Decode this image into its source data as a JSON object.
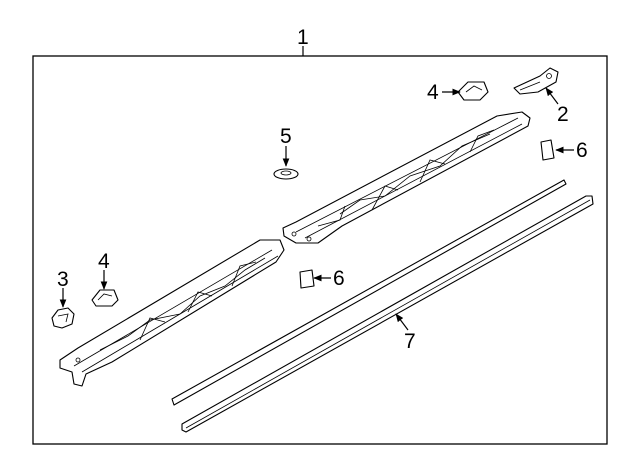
{
  "diagram": {
    "callouts": [
      {
        "id": "1"
      },
      {
        "id": "2"
      },
      {
        "id": "3"
      },
      {
        "id": "4"
      },
      {
        "id": "4"
      },
      {
        "id": "5"
      },
      {
        "id": "6"
      },
      {
        "id": "6"
      },
      {
        "id": "7"
      }
    ]
  }
}
